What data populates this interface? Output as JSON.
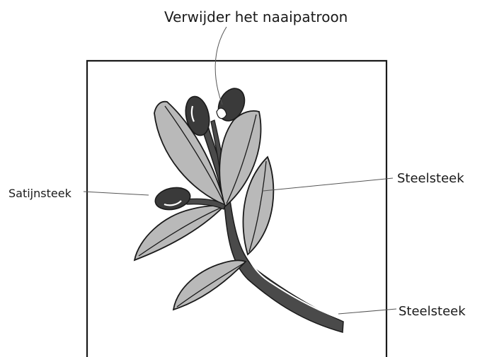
{
  "labels": {
    "remove_pattern": "Verwijder het naaipatroon",
    "satin_stitch": "Satijnsteek",
    "stem_stitch_upper": "Steelsteek",
    "stem_stitch_lower": "Steelsteek"
  },
  "colors": {
    "leaf_fill": "#b9b9b9",
    "olive_fill": "#3a3a3a",
    "stem_fill": "#4a4a4a",
    "outline": "#1a1a1a",
    "highlight": "#ffffff"
  }
}
